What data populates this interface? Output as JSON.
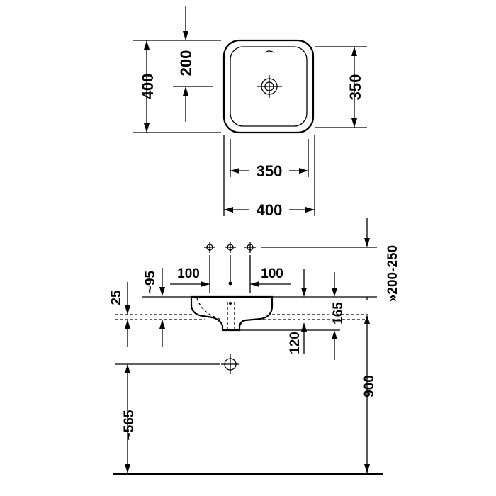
{
  "top_view": {
    "outer_depth": "400",
    "drain_offset": "200",
    "inner_depth": "350",
    "inner_width": "350",
    "outer_width": "400"
  },
  "side_view": {
    "tap_spacing_left": "100",
    "tap_spacing_right": "100",
    "edge_to_tap": "~95",
    "rim_thickness": "25",
    "tap_height": "»200-250",
    "bowl_height": "165",
    "drain_height": "120",
    "install_height": "900",
    "waste_height": "~565"
  }
}
